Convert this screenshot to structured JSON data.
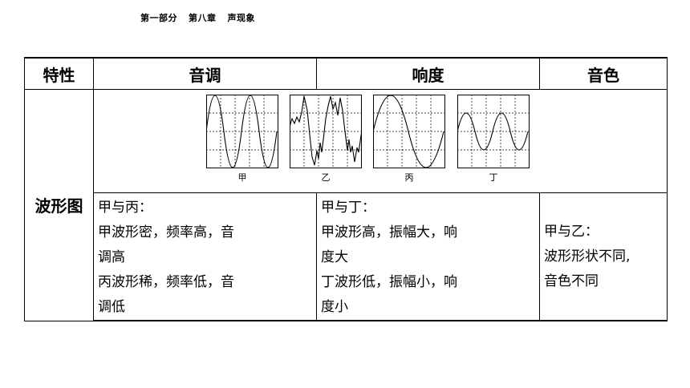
{
  "header": {
    "part": "第一部分",
    "chapter": "第八章",
    "section": "声现象"
  },
  "table": {
    "columns": [
      "特性",
      "音调",
      "响度",
      "音色"
    ],
    "row_label": "波形图",
    "waveform_labels": [
      "甲",
      "乙",
      "丙",
      "丁"
    ],
    "pitch_lines": [
      "甲与丙：",
      "甲波形密，频率高，音",
      "调高",
      "丙波形稀，频率低，音",
      "调低"
    ],
    "loudness_lines": [
      "甲与丁：",
      "甲波形高，振幅大，响",
      "度大",
      "丁波形低，振幅小，响",
      "度小"
    ],
    "timbre_lines": [
      "甲与乙：",
      "波形形状不同,",
      "音色不同"
    ]
  }
}
